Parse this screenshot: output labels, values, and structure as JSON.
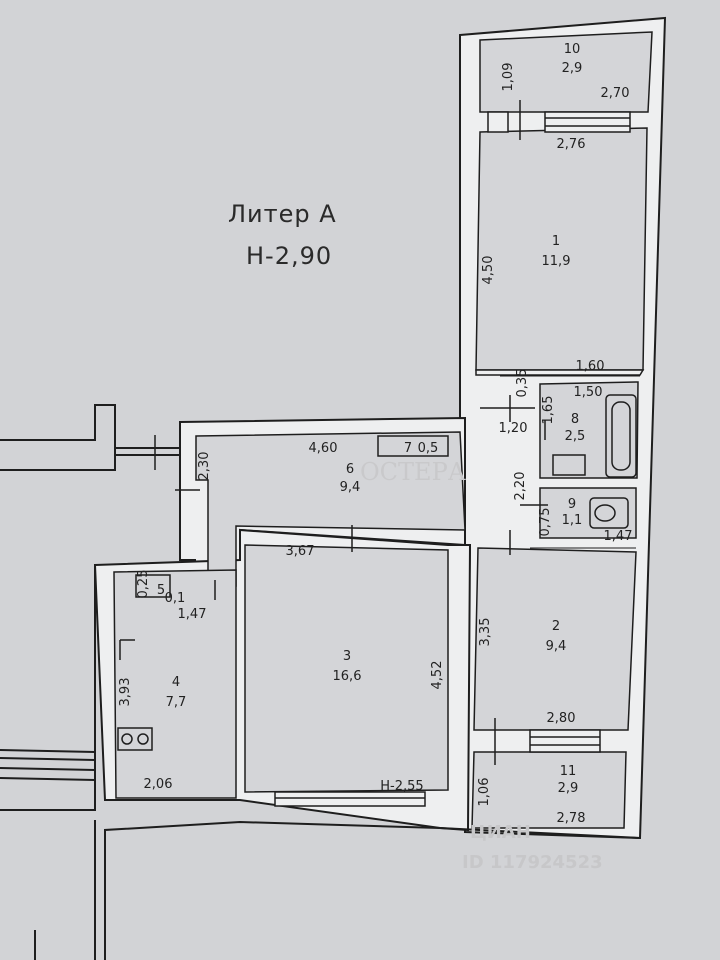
{
  "header": {
    "liter": "Литер А",
    "height": "Н-2,90"
  },
  "rooms": [
    {
      "num": "10",
      "area": "2,9"
    },
    {
      "num": "1",
      "area": "11,9"
    },
    {
      "num": "8",
      "area": "2,5"
    },
    {
      "num": "9",
      "area": "1,1"
    },
    {
      "num": "6",
      "area": "9,4"
    },
    {
      "num": "7",
      "area": "0,5"
    },
    {
      "num": "5",
      "area": "0,1"
    },
    {
      "num": "3",
      "area": "16,6"
    },
    {
      "num": "2",
      "area": "9,4"
    },
    {
      "num": "4",
      "area": "7,7"
    },
    {
      "num": "11",
      "area": "2,9"
    }
  ],
  "dimensions": {
    "d109": "1,09",
    "d270": "2,70",
    "d276": "2,76",
    "d450": "4,50",
    "d160": "1,60",
    "d035": "0,35",
    "d150": "1,50",
    "d165": "1,65",
    "d120": "1,20",
    "d220": "2,20",
    "d075": "0,75",
    "d147a": "1,47",
    "d460": "4,60",
    "d230": "2,30",
    "d367": "3,67",
    "d452": "4,52",
    "d335": "3,35",
    "d025": "0,25",
    "d147b": "1,47",
    "d393": "3,93",
    "d206": "2,06",
    "d280": "2,80",
    "d106": "1,06",
    "d278": "2,78"
  },
  "room3_height": "Н-2,55",
  "watermarks": {
    "ostera": "ОСТЕРА",
    "cian": "ЦИАН",
    "id": "ID 117924523"
  },
  "colors": {
    "paper": "#d2d3d6",
    "wall": "#eeeff0",
    "line": "#1e1e1e"
  }
}
